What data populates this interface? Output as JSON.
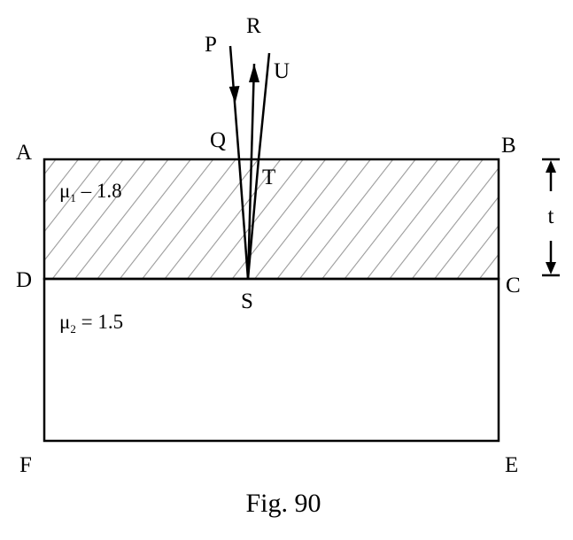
{
  "points": {
    "A": "A",
    "B": "B",
    "C": "C",
    "D": "D",
    "E": "E",
    "F": "F",
    "P": "P",
    "Q": "Q",
    "R": "R",
    "S": "S",
    "T": "T",
    "U": "U"
  },
  "media": {
    "upper": {
      "symbol": "μ",
      "sub": "1",
      "rest": " – 1.8"
    },
    "lower": {
      "symbol": "μ",
      "sub": "2",
      "rest": " = 1.5"
    }
  },
  "thickness_label": "t",
  "caption": "Fig. 90",
  "colors": {
    "ink": "#000000",
    "hatch": "#9a9a9a",
    "background": "#ffffff"
  }
}
